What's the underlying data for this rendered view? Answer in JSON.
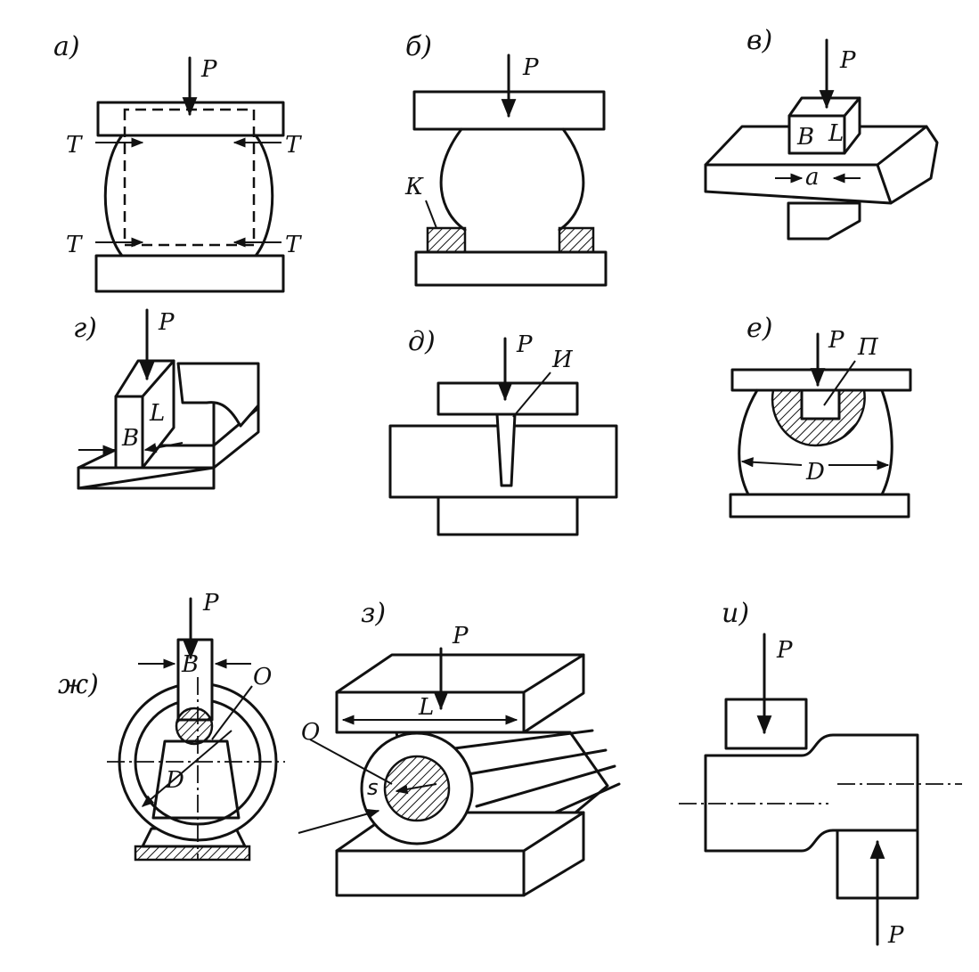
{
  "panels": {
    "a": {
      "label": "а)",
      "force": "P",
      "tags": [
        "T",
        "T",
        "T",
        "T"
      ]
    },
    "b": {
      "label": "б)",
      "force": "P",
      "tag": "К"
    },
    "v": {
      "label": "в)",
      "force": "P",
      "b": "В",
      "l": "L",
      "a": "а"
    },
    "g": {
      "label": "г)",
      "force": "P",
      "b": "В",
      "l": "L"
    },
    "d": {
      "label": "д)",
      "force": "P",
      "tag": "И"
    },
    "e": {
      "label": "е)",
      "force": "P",
      "tag": "П",
      "d": "D"
    },
    "zh": {
      "label": "ж)",
      "force": "P",
      "b": "В",
      "o": "О",
      "d": "D"
    },
    "z": {
      "label": "з)",
      "force": "P",
      "l": "L",
      "o": "О",
      "s": "s"
    },
    "i": {
      "label": "и)",
      "force_top": "P",
      "force_bottom": "P"
    }
  }
}
